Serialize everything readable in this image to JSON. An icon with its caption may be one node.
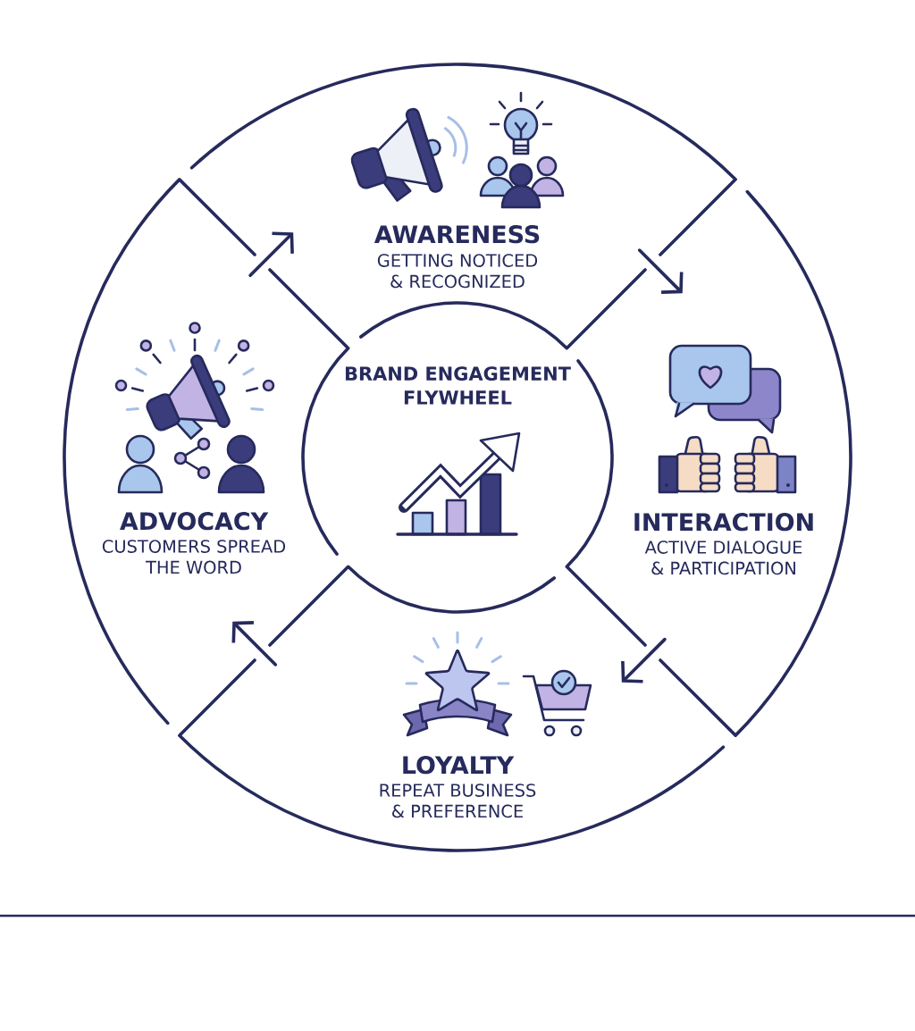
{
  "diagram": {
    "nodes": [
      {
        "text": [
          "BRAND ENGAGEMENT FLYWHEEL"
        ]
      },
      {
        "text": [
          "AWARENESS",
          "GETTING NOTICED & RECOGNIZED"
        ]
      },
      {
        "text": [
          "INTERACTION",
          "ACTIVE DIALOGUE & PARTICIPATION"
        ]
      },
      {
        "text": [
          "LOYALTY",
          "REPEAT BUSINESS & PREFERENCE"
        ]
      },
      {
        "text": [
          "ADVOCACY",
          "CUSTOMERS SPREAD THE WORD"
        ]
      }
    ],
    "edges": [
      {
        "from": 1,
        "to": 2,
        "arrow": "to"
      },
      {
        "from": 2,
        "to": 3,
        "arrow": "to"
      },
      {
        "from": 3,
        "to": 4,
        "arrow": "to"
      },
      {
        "from": 4,
        "to": 1,
        "arrow": "to"
      }
    ]
  }
}
